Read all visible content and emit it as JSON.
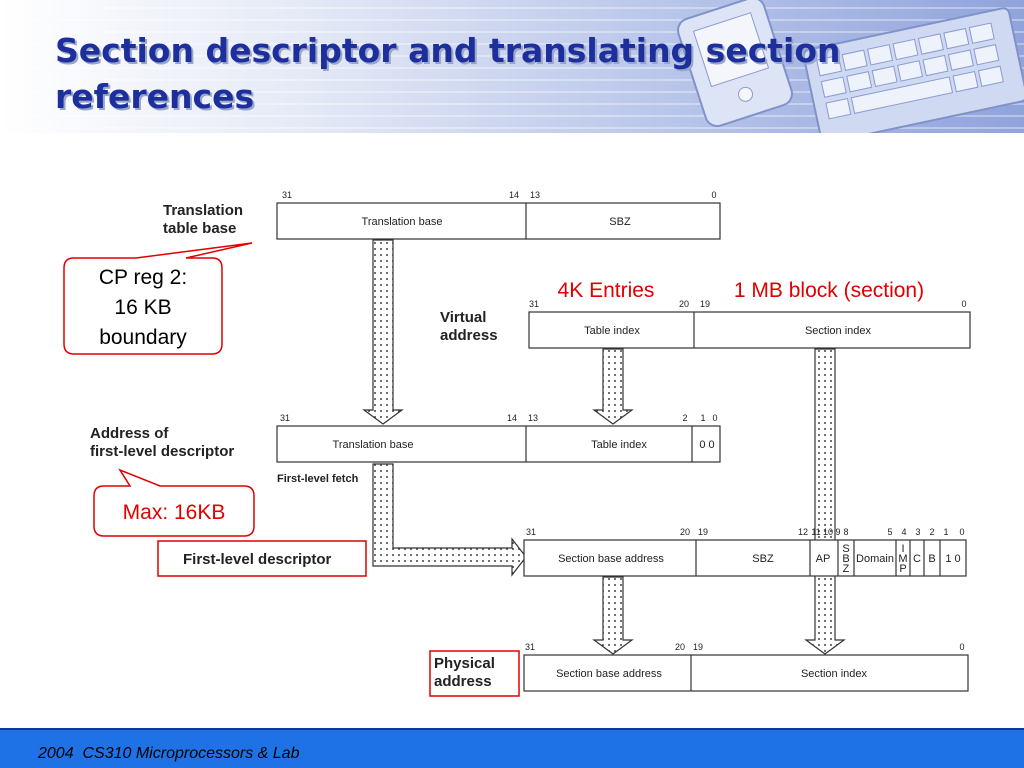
{
  "slide": {
    "title_line1": "Section descriptor and translating section",
    "title_line2": "references",
    "footer": "2004  CS310 Microprocessors & Lab"
  },
  "diagram": {
    "labels": {
      "ttb_1": "Translation",
      "ttb_2": "table base",
      "va_1": "Virtual",
      "va_2": "address",
      "afd_1": "Address of",
      "afd_2": "first-level descriptor",
      "fetch": "First-level fetch",
      "fld": "First-level descriptor",
      "pa_1": "Physical",
      "pa_2": "address"
    },
    "callouts": {
      "cp_1": "CP reg 2:",
      "cp_2": "16 KB",
      "cp_3": "boundary",
      "max": "Max: 16KB",
      "entries": "4K Entries",
      "block": "1 MB block (section)"
    },
    "rows": {
      "ttb": {
        "bits": [
          "31",
          "14",
          "13",
          "0"
        ],
        "fields": [
          "Translation base",
          "SBZ"
        ]
      },
      "va": {
        "bits": [
          "31",
          "20",
          "19",
          "0"
        ],
        "fields": [
          "Table index",
          "Section index"
        ]
      },
      "afd": {
        "bits": [
          "31",
          "14",
          "13",
          "2",
          "1",
          "0"
        ],
        "fields": [
          "Translation base",
          "Table index",
          "0 0"
        ]
      },
      "fld": {
        "bits": [
          "31",
          "20",
          "19",
          "12",
          "11",
          "10",
          "9",
          "8",
          "5",
          "4",
          "3",
          "2",
          "1",
          "0"
        ],
        "fields": [
          "Section base address",
          "SBZ",
          "AP",
          "S",
          "B",
          "Z",
          "Domain",
          "I",
          "M",
          "P",
          "C",
          "B",
          "1 0"
        ]
      },
      "pa": {
        "bits": [
          "31",
          "20",
          "19",
          "0"
        ],
        "fields": [
          "Section base address",
          "Section index"
        ]
      }
    }
  }
}
